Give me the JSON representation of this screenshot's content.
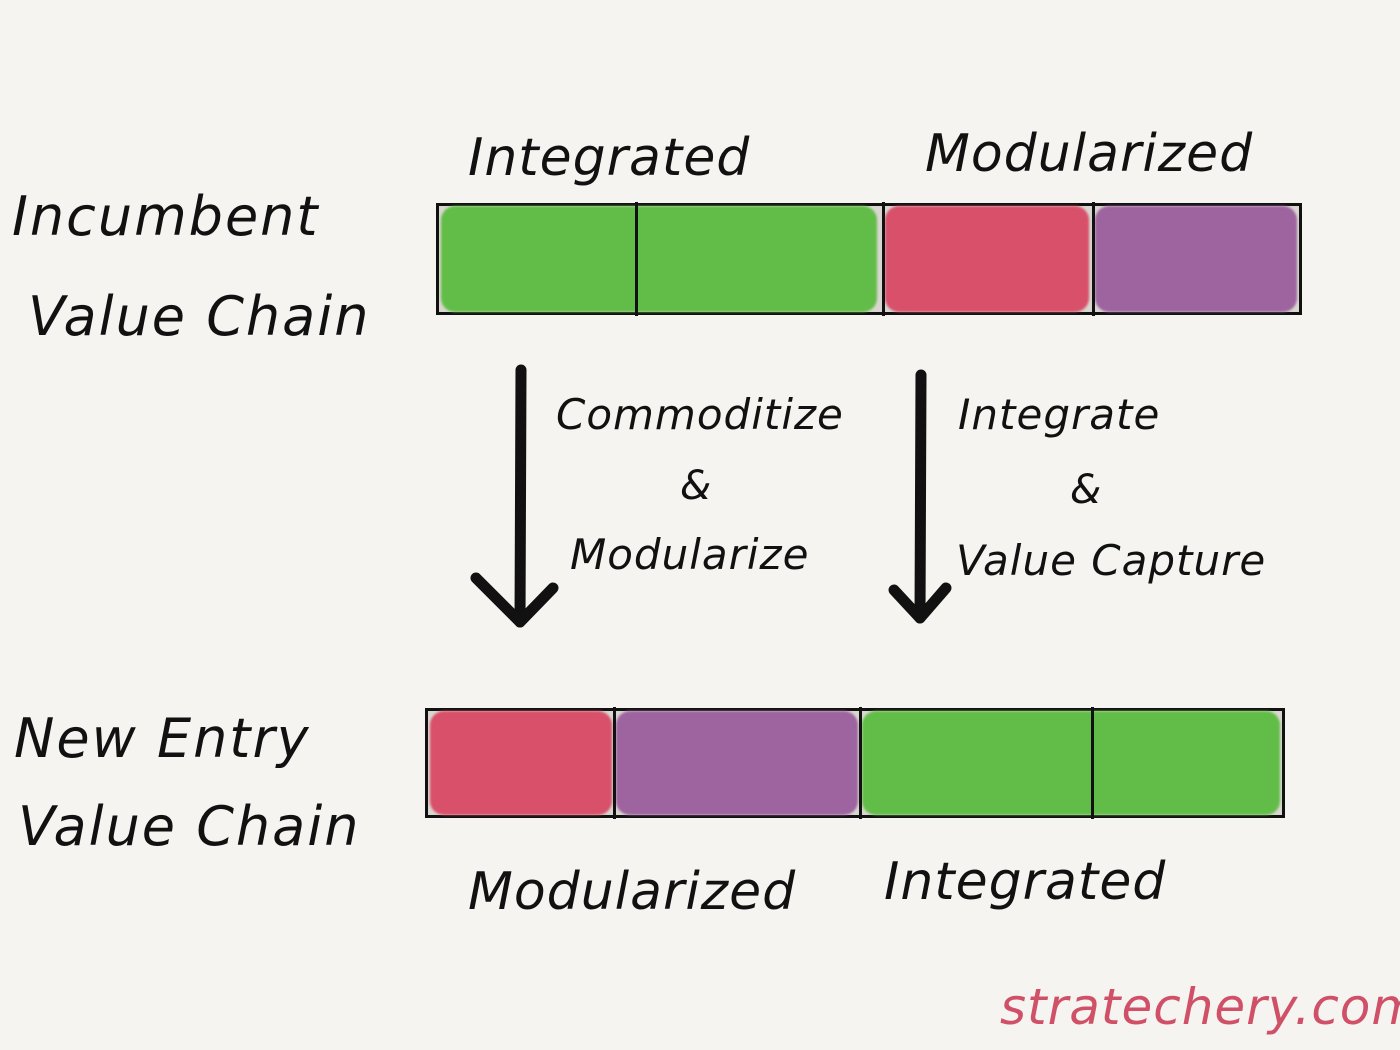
{
  "diagram": {
    "incumbent": {
      "label_line1": "Incumbent",
      "label_line2": "Value Chain",
      "label_left": "Integrated",
      "label_right": "Modularized"
    },
    "transitions": {
      "left": {
        "line1": "Commoditize",
        "amp": "&",
        "line2": "Modularize"
      },
      "right": {
        "line1": "Integrate",
        "amp": "&",
        "line2": "Value Capture"
      }
    },
    "new_entry": {
      "label_line1": "New Entry",
      "label_line2": "Value Chain",
      "label_left": "Modularized",
      "label_right": "Integrated"
    },
    "footer": "stratechery.com",
    "colors": {
      "green": "#62bd48",
      "red": "#d9506a",
      "purple": "#9e64a0",
      "ink": "#111111",
      "footer": "#d05068"
    }
  }
}
